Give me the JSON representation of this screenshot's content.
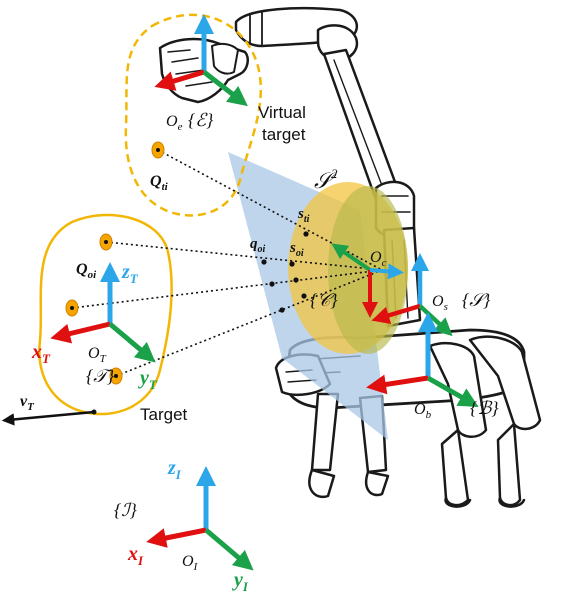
{
  "colors": {
    "red": "#e01010",
    "green": "#1aa14a",
    "blue": "#2ba6e8",
    "target_outline": "#f2b705",
    "dot": "#f5a500",
    "plane": "#a9c7e6",
    "sphere": "#d8cf55",
    "sphere_front": "#f3c43f",
    "robot": "#1a1a1a"
  },
  "labels": {
    "virtual_target_line1": "Virtual",
    "virtual_target_line2": "target",
    "target": "Target",
    "frame_e_origin": "O",
    "frame_e_sub": "e",
    "frame_e_name": "{ℰ}",
    "q_ti": "Q",
    "q_ti_sub": "ti",
    "s2": "𝒮",
    "s2_sup": "2",
    "s_ti": "s",
    "s_ti_sub": "ti",
    "q_oi": "q",
    "q_oi_sub": "oi",
    "s_oi": "s",
    "s_oi_sub": "oi",
    "o_c": "O",
    "o_c_sub": "c",
    "frame_c": "{𝒞}",
    "o_s": "O",
    "o_s_sub": "s",
    "frame_s": "{𝒮}",
    "o_b": "O",
    "o_b_sub": "b",
    "frame_b": "{ℬ}",
    "Q_oi": "Q",
    "Q_oi_sub": "oi",
    "z_T": "z",
    "z_T_sub": "T",
    "x_T": "x",
    "x_T_sub": "T",
    "o_T": "O",
    "o_T_sub": "T",
    "y_T": "y",
    "y_T_sub": "T",
    "frame_T": "{𝒯}",
    "v_T": "v",
    "v_T_sub": "T",
    "z_I": "z",
    "z_I_sub": "I",
    "frame_I": "{ℐ}",
    "x_I": "x",
    "x_I_sub": "I",
    "o_I": "O",
    "o_I_sub": "I",
    "y_I": "y",
    "y_I_sub": "I"
  }
}
